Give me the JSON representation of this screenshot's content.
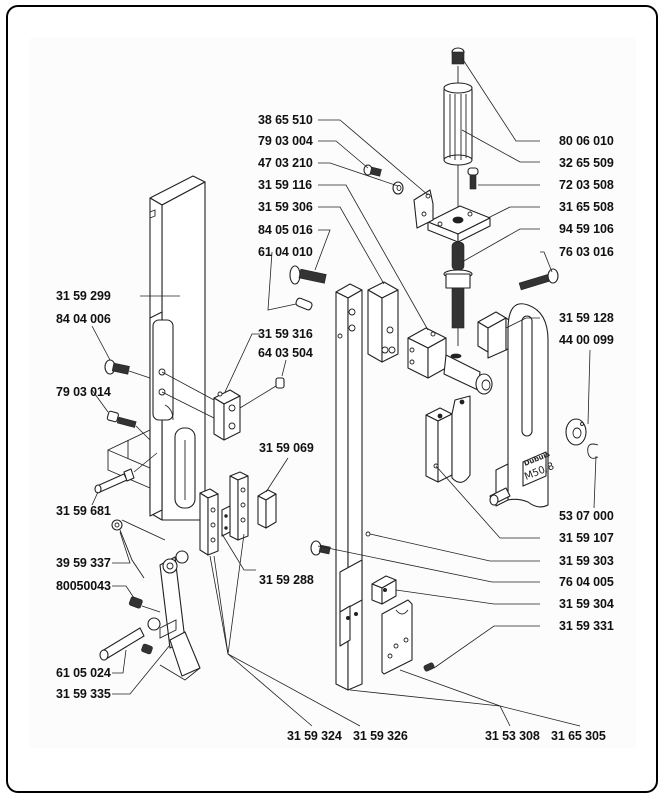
{
  "diagram": {
    "title": "Exploded parts view",
    "brand_plate": {
      "brand": "Dubuis",
      "model": "M50/8"
    },
    "labels_left": [
      {
        "id": "31-59-299",
        "text": "31 59 299"
      },
      {
        "id": "84-04-006",
        "text": "84 04 006"
      },
      {
        "id": "79-03-014",
        "text": "79 03 014"
      },
      {
        "id": "31-59-681",
        "text": "31 59 681"
      },
      {
        "id": "39-59-337",
        "text": "39 59 337"
      },
      {
        "id": "80050043",
        "text": "80050043"
      },
      {
        "id": "61-05-024",
        "text": "61 05 024"
      },
      {
        "id": "31-59-335",
        "text": "31 59 335"
      }
    ],
    "labels_center": [
      {
        "id": "38-65-510",
        "text": "38 65 510"
      },
      {
        "id": "79-03-004",
        "text": "79 03 004"
      },
      {
        "id": "47-03-210",
        "text": "47 03 210"
      },
      {
        "id": "31-59-116",
        "text": "31 59 116"
      },
      {
        "id": "31-59-306",
        "text": "31 59 306"
      },
      {
        "id": "84-05-016",
        "text": "84 05 016"
      },
      {
        "id": "61-04-010",
        "text": "61 04 010"
      },
      {
        "id": "31-59-316",
        "text": "31 59 316"
      },
      {
        "id": "64-03-504",
        "text": "64 03 504"
      },
      {
        "id": "31-59-069",
        "text": "31 59 069"
      },
      {
        "id": "31-59-288",
        "text": "31 59 288"
      }
    ],
    "labels_right": [
      {
        "id": "80-06-010",
        "text": "80 06 010"
      },
      {
        "id": "32-65-509",
        "text": "32 65 509"
      },
      {
        "id": "72-03-508",
        "text": "72 03 508"
      },
      {
        "id": "31-65-508",
        "text": "31 65 508"
      },
      {
        "id": "94-59-106",
        "text": "94 59 106"
      },
      {
        "id": "76-03-016",
        "text": "76 03 016"
      },
      {
        "id": "31-59-128",
        "text": "31 59 128"
      },
      {
        "id": "44-00-099",
        "text": "44 00 099"
      },
      {
        "id": "53-07-000",
        "text": "53 07 000"
      },
      {
        "id": "31-59-107",
        "text": "31 59 107"
      },
      {
        "id": "31-59-303",
        "text": "31 59 303"
      },
      {
        "id": "76-04-005",
        "text": "76 04 005"
      },
      {
        "id": "31-59-304",
        "text": "31 59 304"
      },
      {
        "id": "31-59-331",
        "text": "31 59 331"
      }
    ],
    "labels_bottom": [
      {
        "id": "31-59-324",
        "text": "31 59 324"
      },
      {
        "id": "31-59-326",
        "text": "31 59 326"
      },
      {
        "id": "31-53-308",
        "text": "31 53 308"
      },
      {
        "id": "31-65-305",
        "text": "31 65 305"
      }
    ]
  }
}
